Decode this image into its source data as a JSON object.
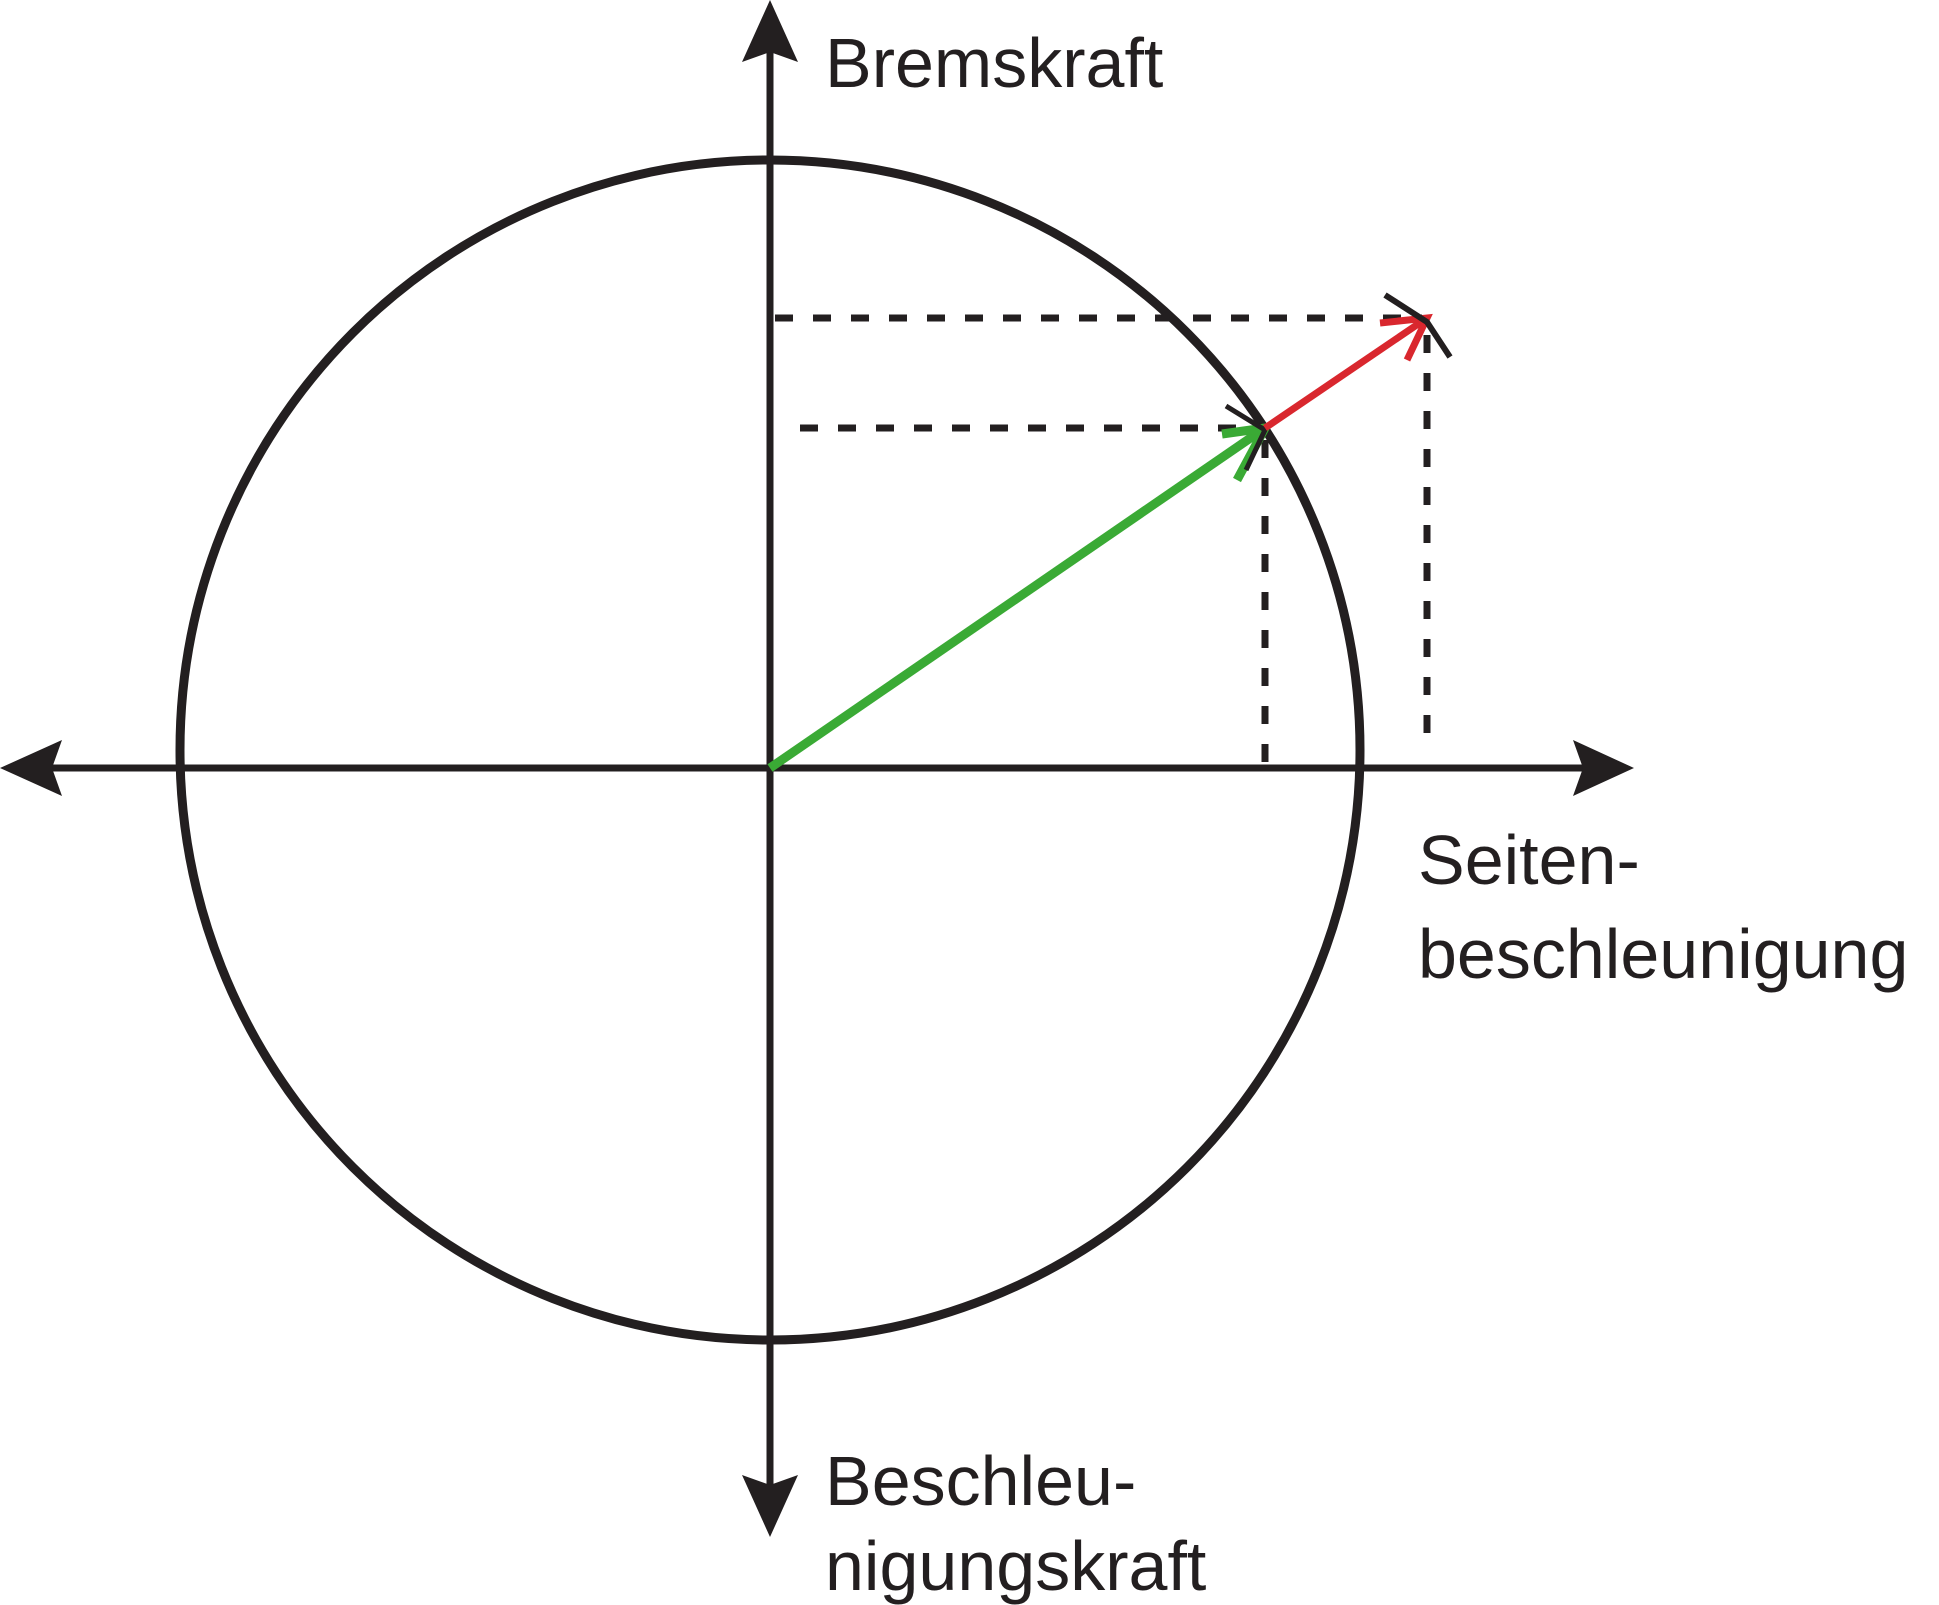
{
  "labels": {
    "top": "Bremskraft",
    "right_line1": "Seiten-",
    "right_line2": "beschleunigung",
    "bottom_line1": "Beschleu-",
    "bottom_line2": "nigungskraft"
  },
  "colors": {
    "ink": "#231f20",
    "green_vector": "#3aaa35",
    "red_vector": "#d9272e",
    "background": "#ffffff"
  }
}
